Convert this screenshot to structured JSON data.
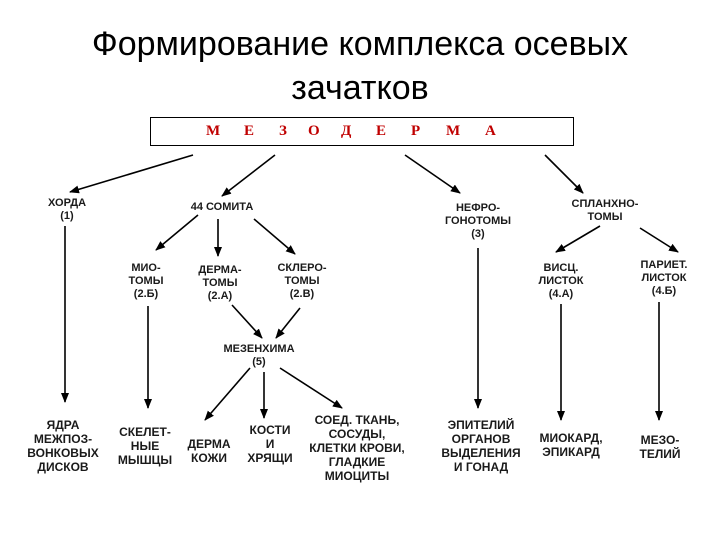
{
  "title": {
    "line1": "Формирование комплекса осевых",
    "line2": "зачатков"
  },
  "mesoderm": {
    "letters": [
      "М",
      "Е",
      "З",
      "О",
      "Д",
      "Е",
      "Р",
      "М",
      "А"
    ]
  },
  "nodes": {
    "chorda": [
      "ХОРДА",
      "(1)"
    ],
    "somites": [
      "44 СОМИТА"
    ],
    "nephrotomes": [
      "НЕФРО-",
      "ГОНОТОМЫ",
      "(3)"
    ],
    "splanchnotomes": [
      "СПЛАНХНО-",
      "ТОМЫ"
    ],
    "myotomes": [
      "МИО-",
      "ТОМЫ",
      "(2.Б)"
    ],
    "dermatomes": [
      "ДЕРМА-",
      "ТОМЫ",
      "(2.А)"
    ],
    "sclerotomes": [
      "СКЛЕРО-",
      "ТОМЫ",
      "(2.В)"
    ],
    "visceral": [
      "ВИСЦ.",
      "ЛИСТОК",
      "(4.А)"
    ],
    "parietal": [
      "ПАРИЕТ.",
      "ЛИСТОК",
      "(4.Б)"
    ],
    "mesenchyme": [
      "МЕЗЕНХИМА",
      "(5)"
    ],
    "nuclei": [
      "ЯДРА",
      "МЕЖПОЗ-",
      "ВОНКОВЫХ",
      "ДИСКОВ"
    ],
    "skeletal": [
      "СКЕЛЕТ-",
      "НЫЕ",
      "МЫШЦЫ"
    ],
    "derma": [
      "ДЕРМА",
      "КОЖИ"
    ],
    "bones": [
      "КОСТИ",
      "И",
      "ХРЯЩИ"
    ],
    "connective": [
      "СОЕД. ТКАНЬ,",
      "СОСУДЫ,",
      "КЛЕТКИ КРОВИ,",
      "ГЛАДКИЕ",
      "МИОЦИТЫ"
    ],
    "epithelium": [
      "ЭПИТЕЛИЙ",
      "ОРГАНОВ",
      "ВЫДЕЛЕНИЯ",
      "И ГОНАД"
    ],
    "myocard": [
      "МИОКАРД,",
      "ЭПИКАРД"
    ],
    "mesothel": [
      "МЕЗО-",
      "ТЕЛИЙ"
    ]
  }
}
